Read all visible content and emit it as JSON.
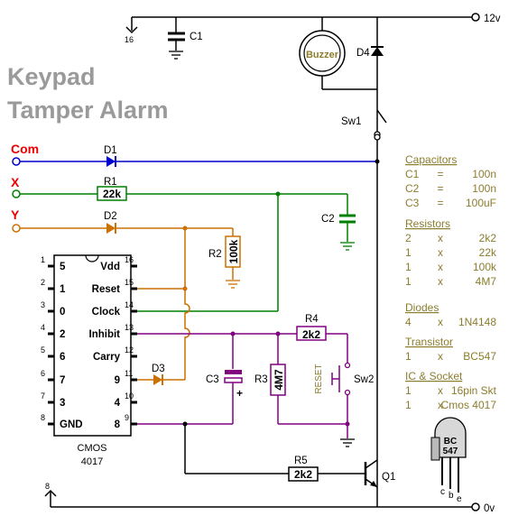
{
  "title": [
    "Keypad",
    "Tamper Alarm"
  ],
  "rails": {
    "pos": "12v",
    "neg": "0v",
    "pin16": "16",
    "pin8": "8"
  },
  "inputs": {
    "com": "Com",
    "x": "X",
    "y": "Y"
  },
  "components": {
    "c1": "C1",
    "c2": "C2",
    "c3": "C3",
    "d1": "D1",
    "d2": "D2",
    "d3": "D3",
    "d4": "D4",
    "r1": "R1",
    "r1v": "22k",
    "r2": "R2",
    "r2v": "100k",
    "r3": "R3",
    "r3v": "4M7",
    "r4": "R4",
    "r4v": "2k2",
    "r5": "R5",
    "r5v": "2k2",
    "sw1": "Sw1",
    "sw2": "Sw2",
    "reset": "RESET",
    "q1": "Q1",
    "buzzer": "Buzzer",
    "c3plus": "+"
  },
  "ic": {
    "name": "CMOS",
    "part": "4017",
    "left_pins": [
      {
        "num": "1",
        "label": "5"
      },
      {
        "num": "2",
        "label": "1"
      },
      {
        "num": "3",
        "label": "0"
      },
      {
        "num": "4",
        "label": "2"
      },
      {
        "num": "5",
        "label": "6"
      },
      {
        "num": "6",
        "label": "7"
      },
      {
        "num": "7",
        "label": "3"
      },
      {
        "num": "8",
        "label": "GND"
      }
    ],
    "right_pins": [
      {
        "num": "16",
        "label": "Vdd"
      },
      {
        "num": "15",
        "label": "Reset"
      },
      {
        "num": "14",
        "label": "Clock"
      },
      {
        "num": "13",
        "label": "Inhibit"
      },
      {
        "num": "12",
        "label": "Carry"
      },
      {
        "num": "11",
        "label": "9"
      },
      {
        "num": "10",
        "label": "4"
      },
      {
        "num": "9",
        "label": "8"
      }
    ]
  },
  "transistor_marking": [
    "BC",
    "547"
  ],
  "transistor_pins": [
    "c",
    "b",
    "e"
  ],
  "parts_list": {
    "capacitors": {
      "heading": "Capacitors",
      "rows": [
        {
          "ref": "C1",
          "op": "=",
          "val": "100n"
        },
        {
          "ref": "C2",
          "op": "=",
          "val": "100n"
        },
        {
          "ref": "C3",
          "op": "=",
          "val": "100uF"
        }
      ]
    },
    "resistors": {
      "heading": "Resistors",
      "rows": [
        {
          "ref": "2",
          "op": "x",
          "val": "2k2"
        },
        {
          "ref": "1",
          "op": "x",
          "val": "22k"
        },
        {
          "ref": "1",
          "op": "x",
          "val": "100k"
        },
        {
          "ref": "1",
          "op": "x",
          "val": "4M7"
        }
      ]
    },
    "diodes": {
      "heading": "Diodes",
      "rows": [
        {
          "ref": "4",
          "op": "x",
          "val": "1N4148"
        }
      ]
    },
    "transistor": {
      "heading": "Transistor",
      "rows": [
        {
          "ref": "1",
          "op": "x",
          "val": "BC547"
        }
      ]
    },
    "ic_socket": {
      "heading": "IC & Socket",
      "rows": [
        {
          "ref": "1",
          "op": "x",
          "val": "16pin Skt"
        },
        {
          "ref": "1",
          "op": "x",
          "val": "Cmos 4017"
        }
      ]
    }
  },
  "colors": {
    "com_wire": "#0000cc",
    "x_wire": "#008000",
    "y_wire": "#cc7000",
    "purple_wire": "#800080",
    "title": "#9a9a9a",
    "parts_text": "#8b7d2c",
    "input_label": "#ee0000"
  }
}
